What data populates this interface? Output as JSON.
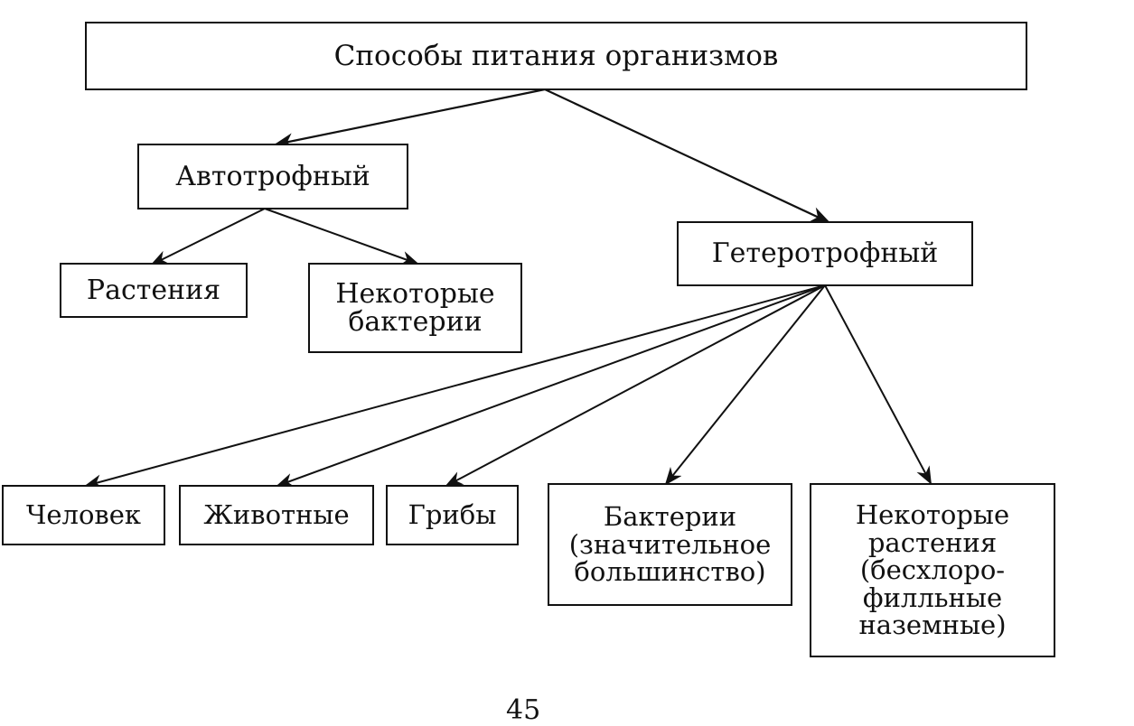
{
  "diagram": {
    "root": {
      "label": "Способы питания организмов"
    },
    "autotrophic": {
      "label": "Автотрофный",
      "children": [
        {
          "label": "Растения"
        },
        {
          "label": "Некоторые\nбактерии"
        }
      ]
    },
    "heterotrophic": {
      "label": "Гетеротрофный",
      "children": [
        {
          "label": "Человек"
        },
        {
          "label": "Животные"
        },
        {
          "label": "Грибы"
        },
        {
          "label": "Бактерии\n(значительное\nбольшинство)"
        },
        {
          "label": "Некоторые\nрастения\n(бесхлоро-\nфилльные\nназемные)"
        }
      ]
    }
  },
  "page_number": "45"
}
